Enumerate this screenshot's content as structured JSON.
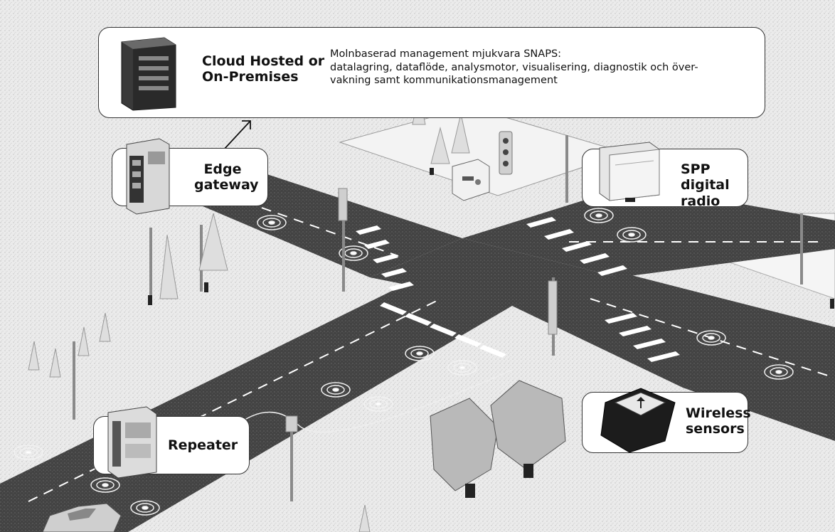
{
  "cloud": {
    "title_line1": "Cloud Hosted or",
    "title_line2": "On-Premises",
    "desc_line1": "Molnbaserad management mjukvara SNAPS:",
    "desc_line2": "datalagring, dataflöde, analysmotor, visualisering, diagnostik och över-",
    "desc_line3": "vakning samt kommunikationsmanagement"
  },
  "edge": {
    "line1": "Edge",
    "line2": "gateway"
  },
  "spp": {
    "line1": "SPP",
    "line2": "digital radio"
  },
  "repeater": {
    "label": "Repeater"
  },
  "wireless": {
    "line1": "Wireless",
    "line2": "sensors"
  },
  "icons": [
    "server-rack-icon",
    "gateway-board-icon",
    "radio-unit-icon",
    "repeater-board-icon",
    "sensor-puck-icon",
    "double-arrow-icon"
  ],
  "colors": {
    "road": "#3f3f3f",
    "ground": "#ebebeb",
    "marking": "#ffffff",
    "border": "#333333"
  }
}
